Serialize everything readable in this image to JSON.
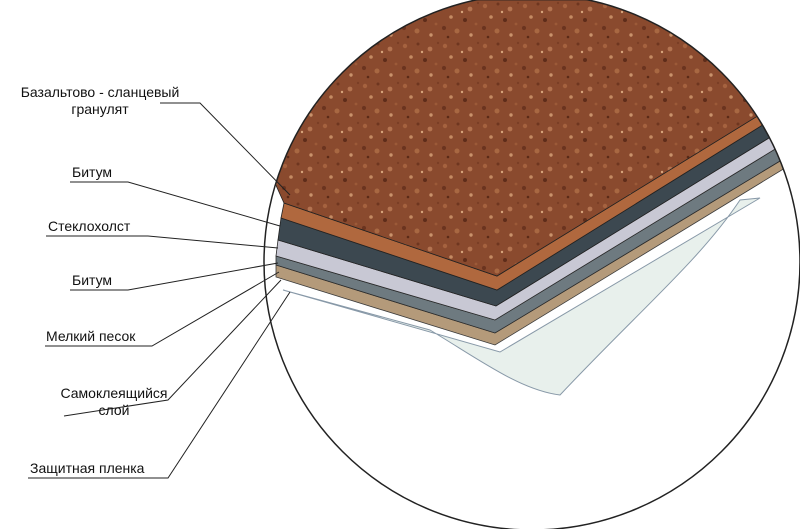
{
  "labels": {
    "granulate_line1": "Базальтово - сланцевый",
    "granulate_line2": "гранулят",
    "bitumen_top": "Битум",
    "fiberglass": "Стеклохолст",
    "bitumen_bottom": "Битум",
    "fine_sand": "Мелкий песок",
    "adhesive_line1": "Самоклеящийся",
    "adhesive_line2": "слой",
    "protective_film": "Защитная пленка"
  },
  "colors": {
    "granulate": "#8a4a2e",
    "bitumen_top": "#b0683e",
    "bitumen_dark": "#3c4850",
    "fiberglass": "#c8c8d4",
    "bitumen_bottom": "#6e7a80",
    "fine_sand": "#b49a7a",
    "protective_film": "#e8f0ec"
  }
}
